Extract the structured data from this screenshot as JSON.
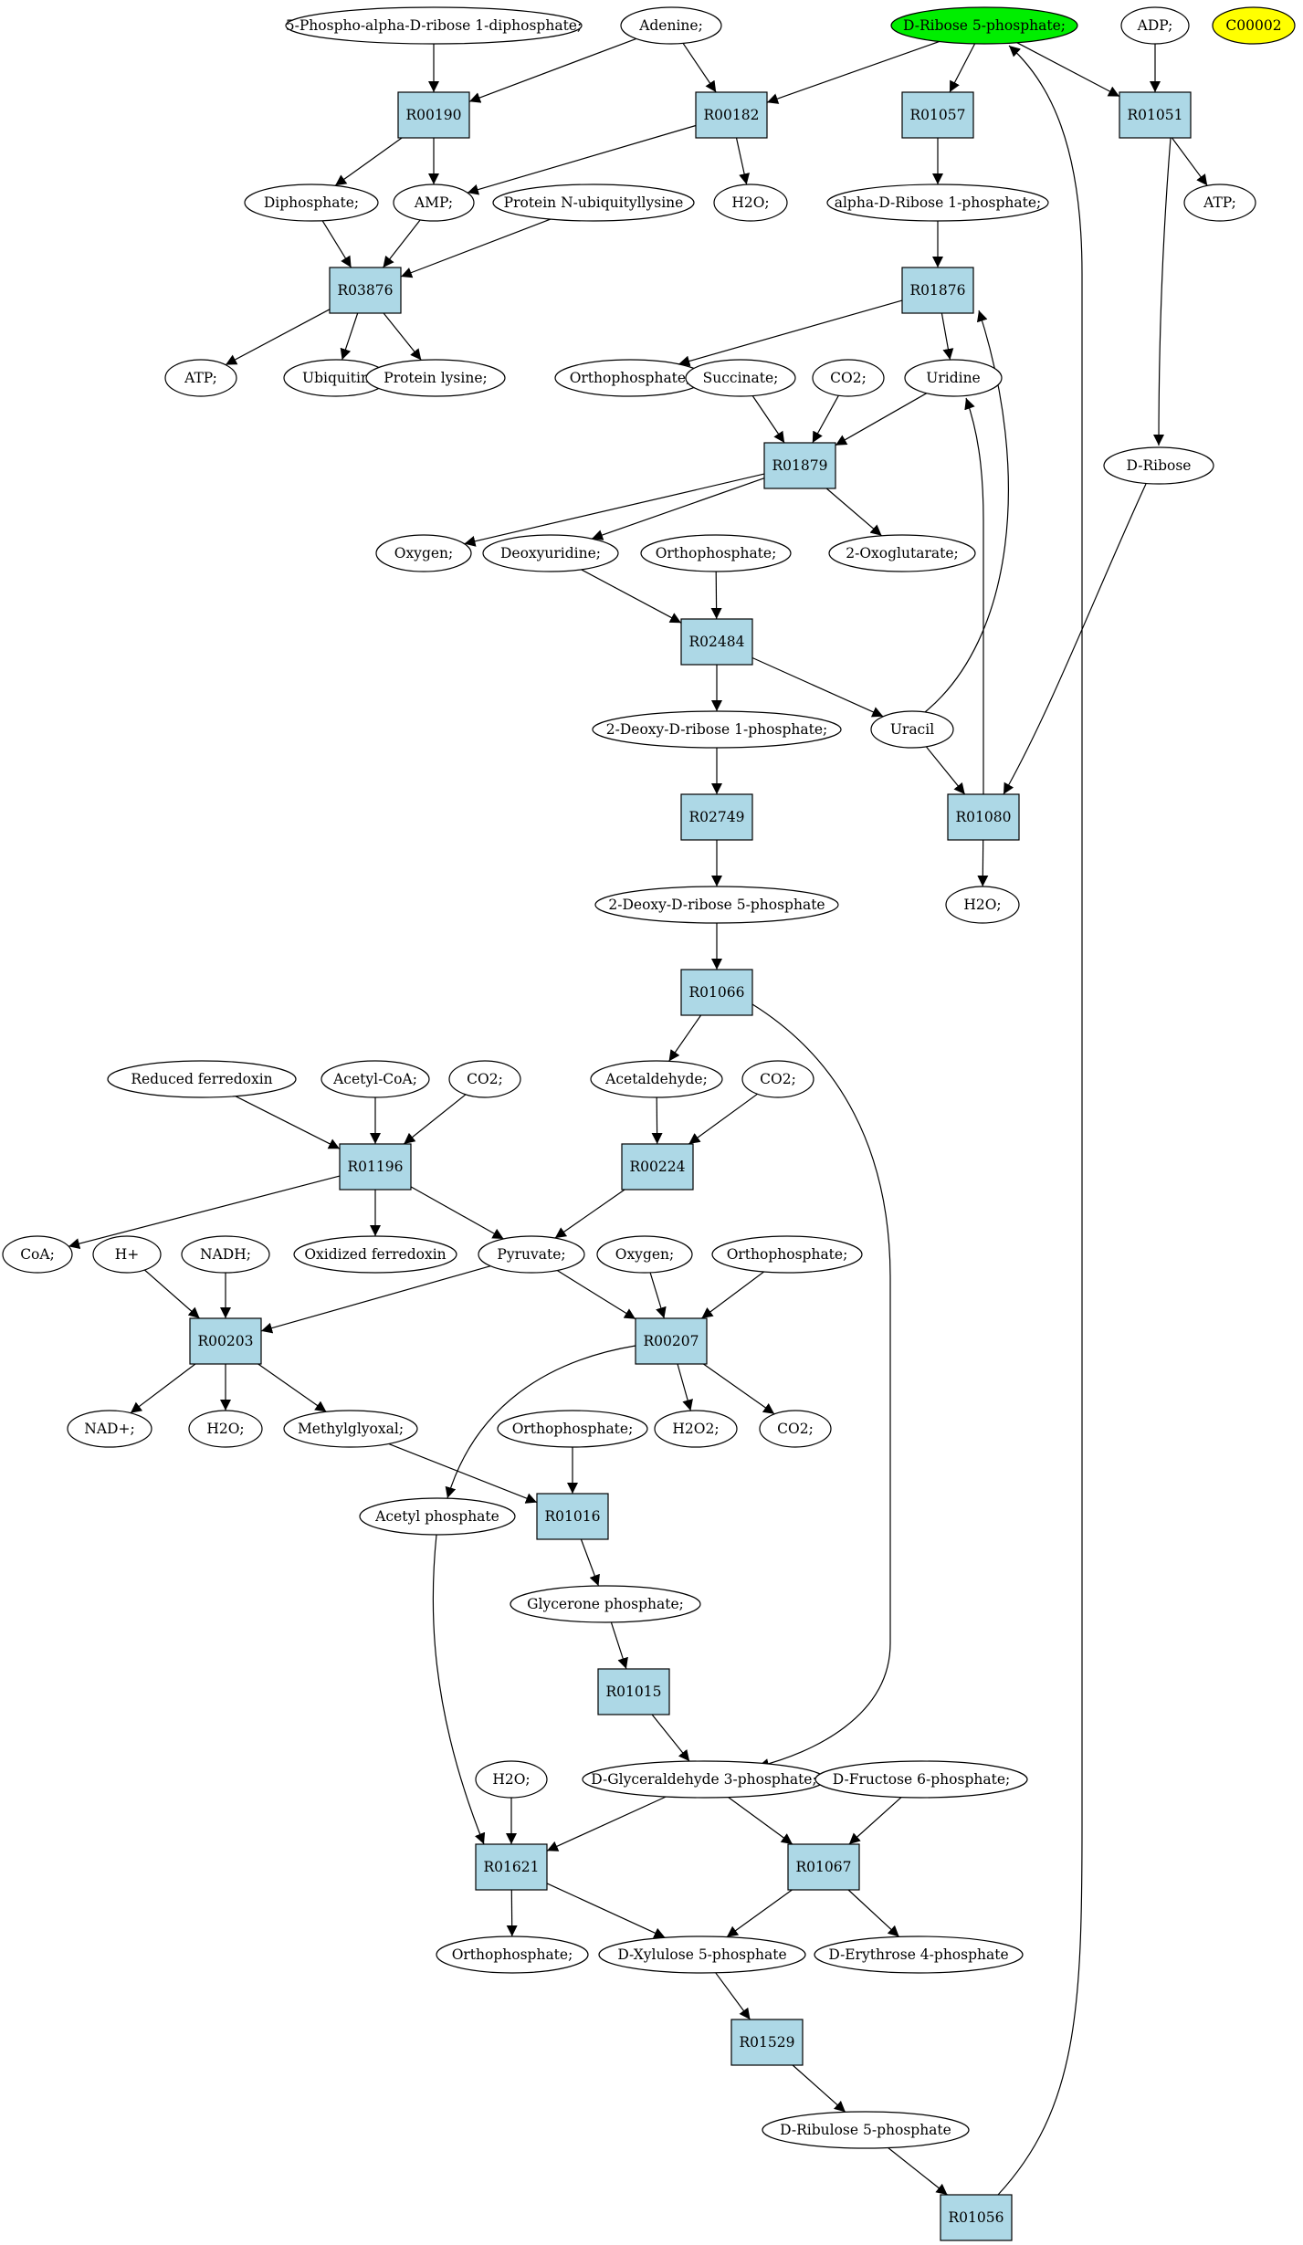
{
  "colors": {
    "reaction_fill": "#add8e6",
    "compound_fill": "#ffffff",
    "highlight_fill": "#00ee00",
    "query_fill": "#ffff00",
    "stroke": "#000000"
  },
  "nodes": [
    {
      "id": "c_prpp",
      "kind": "compound",
      "label": "5-Phospho-alpha-D-ribose 1-diphosphate;"
    },
    {
      "id": "c_adenine",
      "kind": "compound",
      "label": "Adenine;"
    },
    {
      "id": "c_r5p",
      "kind": "highlight",
      "label": "D-Ribose 5-phosphate;"
    },
    {
      "id": "c_adp",
      "kind": "compound",
      "label": "ADP;"
    },
    {
      "id": "c_c00002",
      "kind": "query",
      "label": "C00002"
    },
    {
      "id": "R00190",
      "kind": "reaction",
      "label": "R00190"
    },
    {
      "id": "R00182",
      "kind": "reaction",
      "label": "R00182"
    },
    {
      "id": "R01057",
      "kind": "reaction",
      "label": "R01057"
    },
    {
      "id": "R01051",
      "kind": "reaction",
      "label": "R01051"
    },
    {
      "id": "c_diphosphate",
      "kind": "compound",
      "label": "Diphosphate;"
    },
    {
      "id": "c_amp",
      "kind": "compound",
      "label": "AMP;"
    },
    {
      "id": "c_protubi",
      "kind": "compound",
      "label": "Protein N-ubiquityllysine"
    },
    {
      "id": "c_h2o_a",
      "kind": "compound",
      "label": "H2O;"
    },
    {
      "id": "c_ar1p",
      "kind": "compound",
      "label": "alpha-D-Ribose 1-phosphate;"
    },
    {
      "id": "c_atp_a",
      "kind": "compound",
      "label": "ATP;"
    },
    {
      "id": "R03876",
      "kind": "reaction",
      "label": "R03876"
    },
    {
      "id": "R01876",
      "kind": "reaction",
      "label": "R01876"
    },
    {
      "id": "c_atp_b",
      "kind": "compound",
      "label": "ATP;"
    },
    {
      "id": "c_ubiquitin",
      "kind": "compound",
      "label": "Ubiquitin"
    },
    {
      "id": "c_protlys",
      "kind": "compound",
      "label": "Protein lysine;"
    },
    {
      "id": "c_pi_a",
      "kind": "compound",
      "label": "Orthophosphate;"
    },
    {
      "id": "c_succinate",
      "kind": "compound",
      "label": "Succinate;"
    },
    {
      "id": "c_co2_a",
      "kind": "compound",
      "label": "CO2;"
    },
    {
      "id": "c_uridine",
      "kind": "compound",
      "label": "Uridine"
    },
    {
      "id": "c_dribose",
      "kind": "compound",
      "label": "D-Ribose"
    },
    {
      "id": "R01879",
      "kind": "reaction",
      "label": "R01879"
    },
    {
      "id": "c_oxygen_a",
      "kind": "compound",
      "label": "Oxygen;"
    },
    {
      "id": "c_deoxyuridine",
      "kind": "compound",
      "label": "Deoxyuridine;"
    },
    {
      "id": "c_pi_b",
      "kind": "compound",
      "label": "Orthophosphate;"
    },
    {
      "id": "c_2og",
      "kind": "compound",
      "label": "2-Oxoglutarate;"
    },
    {
      "id": "R02484",
      "kind": "reaction",
      "label": "R02484"
    },
    {
      "id": "c_dr1p",
      "kind": "compound",
      "label": "2-Deoxy-D-ribose 1-phosphate;"
    },
    {
      "id": "c_uracil",
      "kind": "compound",
      "label": "Uracil"
    },
    {
      "id": "R02749",
      "kind": "reaction",
      "label": "R02749"
    },
    {
      "id": "R01080",
      "kind": "reaction",
      "label": "R01080"
    },
    {
      "id": "c_dr5p",
      "kind": "compound",
      "label": "2-Deoxy-D-ribose 5-phosphate"
    },
    {
      "id": "c_h2o_b",
      "kind": "compound",
      "label": "H2O;"
    },
    {
      "id": "R01066",
      "kind": "reaction",
      "label": "R01066"
    },
    {
      "id": "c_redfd",
      "kind": "compound",
      "label": "Reduced ferredoxin"
    },
    {
      "id": "c_acetylcoa",
      "kind": "compound",
      "label": "Acetyl-CoA;"
    },
    {
      "id": "c_co2_b",
      "kind": "compound",
      "label": "CO2;"
    },
    {
      "id": "c_acetaldehyde",
      "kind": "compound",
      "label": "Acetaldehyde;"
    },
    {
      "id": "c_co2_c",
      "kind": "compound",
      "label": "CO2;"
    },
    {
      "id": "R01196",
      "kind": "reaction",
      "label": "R01196"
    },
    {
      "id": "R00224",
      "kind": "reaction",
      "label": "R00224"
    },
    {
      "id": "c_coa",
      "kind": "compound",
      "label": "CoA;"
    },
    {
      "id": "c_hplus",
      "kind": "compound",
      "label": "H+"
    },
    {
      "id": "c_nadh",
      "kind": "compound",
      "label": "NADH;"
    },
    {
      "id": "c_oxfd",
      "kind": "compound",
      "label": "Oxidized ferredoxin"
    },
    {
      "id": "c_pyruvate",
      "kind": "compound",
      "label": "Pyruvate;"
    },
    {
      "id": "c_oxygen_b",
      "kind": "compound",
      "label": "Oxygen;"
    },
    {
      "id": "c_pi_c",
      "kind": "compound",
      "label": "Orthophosphate;"
    },
    {
      "id": "R00203",
      "kind": "reaction",
      "label": "R00203"
    },
    {
      "id": "R00207",
      "kind": "reaction",
      "label": "R00207"
    },
    {
      "id": "c_nadplus",
      "kind": "compound",
      "label": "NAD+;"
    },
    {
      "id": "c_h2o_c",
      "kind": "compound",
      "label": "H2O;"
    },
    {
      "id": "c_methylglyoxal",
      "kind": "compound",
      "label": "Methylglyoxal;"
    },
    {
      "id": "c_pi_d",
      "kind": "compound",
      "label": "Orthophosphate;"
    },
    {
      "id": "c_h2o2",
      "kind": "compound",
      "label": "H2O2;"
    },
    {
      "id": "c_co2_d",
      "kind": "compound",
      "label": "CO2;"
    },
    {
      "id": "c_acetylp",
      "kind": "compound",
      "label": "Acetyl phosphate"
    },
    {
      "id": "R01016",
      "kind": "reaction",
      "label": "R01016"
    },
    {
      "id": "c_glyceronep",
      "kind": "compound",
      "label": "Glycerone phosphate;"
    },
    {
      "id": "R01015",
      "kind": "reaction",
      "label": "R01015"
    },
    {
      "id": "c_h2o_d",
      "kind": "compound",
      "label": "H2O;"
    },
    {
      "id": "c_g3p",
      "kind": "compound",
      "label": "D-Glyceraldehyde 3-phosphate;"
    },
    {
      "id": "c_f6p",
      "kind": "compound",
      "label": "D-Fructose 6-phosphate;"
    },
    {
      "id": "R01621",
      "kind": "reaction",
      "label": "R01621"
    },
    {
      "id": "R01067",
      "kind": "reaction",
      "label": "R01067"
    },
    {
      "id": "c_pi_e",
      "kind": "compound",
      "label": "Orthophosphate;"
    },
    {
      "id": "c_xu5p",
      "kind": "compound",
      "label": "D-Xylulose 5-phosphate"
    },
    {
      "id": "c_e4p",
      "kind": "compound",
      "label": "D-Erythrose 4-phosphate"
    },
    {
      "id": "R01529",
      "kind": "reaction",
      "label": "R01529"
    },
    {
      "id": "c_ru5p",
      "kind": "compound",
      "label": "D-Ribulose 5-phosphate"
    },
    {
      "id": "R01056",
      "kind": "reaction",
      "label": "R01056"
    }
  ],
  "edges": [
    [
      "c_prpp",
      "R00190"
    ],
    [
      "c_adenine",
      "R00190"
    ],
    [
      "c_adenine",
      "R00182"
    ],
    [
      "c_r5p",
      "R00182"
    ],
    [
      "c_r5p",
      "R01057"
    ],
    [
      "c_r5p",
      "R01051"
    ],
    [
      "c_adp",
      "R01051"
    ],
    [
      "R00190",
      "c_diphosphate"
    ],
    [
      "R00190",
      "c_amp"
    ],
    [
      "R00182",
      "c_amp"
    ],
    [
      "R00182",
      "c_h2o_a"
    ],
    [
      "R01057",
      "c_ar1p"
    ],
    [
      "R01051",
      "c_atp_a"
    ],
    [
      "R01051",
      "c_dribose"
    ],
    [
      "c_diphosphate",
      "R03876"
    ],
    [
      "c_amp",
      "R03876"
    ],
    [
      "c_protubi",
      "R03876"
    ],
    [
      "R03876",
      "c_atp_b"
    ],
    [
      "R03876",
      "c_ubiquitin"
    ],
    [
      "R03876",
      "c_protlys"
    ],
    [
      "c_ar1p",
      "R01876"
    ],
    [
      "R01876",
      "c_pi_a"
    ],
    [
      "R01876",
      "c_uridine"
    ],
    [
      "c_succinate",
      "R01879"
    ],
    [
      "c_co2_a",
      "R01879"
    ],
    [
      "c_uridine",
      "R01879"
    ],
    [
      "R01879",
      "c_oxygen_a"
    ],
    [
      "R01879",
      "c_deoxyuridine"
    ],
    [
      "R01879",
      "c_2og"
    ],
    [
      "c_deoxyuridine",
      "R02484"
    ],
    [
      "c_pi_b",
      "R02484"
    ],
    [
      "R02484",
      "c_dr1p"
    ],
    [
      "R02484",
      "c_uracil"
    ],
    [
      "c_uracil",
      "R01876"
    ],
    [
      "c_uracil",
      "R01080"
    ],
    [
      "c_dribose",
      "R01080"
    ],
    [
      "R01080",
      "c_uridine"
    ],
    [
      "R01080",
      "c_h2o_b"
    ],
    [
      "c_dr1p",
      "R02749"
    ],
    [
      "R02749",
      "c_dr5p"
    ],
    [
      "c_dr5p",
      "R01066"
    ],
    [
      "R01066",
      "c_acetaldehyde"
    ],
    [
      "R01066",
      "c_g3p"
    ],
    [
      "c_redfd",
      "R01196"
    ],
    [
      "c_acetylcoa",
      "R01196"
    ],
    [
      "c_co2_b",
      "R01196"
    ],
    [
      "c_acetaldehyde",
      "R00224"
    ],
    [
      "c_co2_c",
      "R00224"
    ],
    [
      "R01196",
      "c_coa"
    ],
    [
      "R01196",
      "c_oxfd"
    ],
    [
      "R01196",
      "c_pyruvate"
    ],
    [
      "R00224",
      "c_pyruvate"
    ],
    [
      "c_hplus",
      "R00203"
    ],
    [
      "c_nadh",
      "R00203"
    ],
    [
      "c_pyruvate",
      "R00203"
    ],
    [
      "c_pyruvate",
      "R00207"
    ],
    [
      "c_oxygen_b",
      "R00207"
    ],
    [
      "c_pi_c",
      "R00207"
    ],
    [
      "R00203",
      "c_nadplus"
    ],
    [
      "R00203",
      "c_h2o_c"
    ],
    [
      "R00203",
      "c_methylglyoxal"
    ],
    [
      "R00207",
      "c_h2o2"
    ],
    [
      "R00207",
      "c_co2_d"
    ],
    [
      "R00207",
      "c_acetylp"
    ],
    [
      "c_methylglyoxal",
      "R01016"
    ],
    [
      "c_pi_d",
      "R01016"
    ],
    [
      "R01016",
      "c_glyceronep"
    ],
    [
      "c_glyceronep",
      "R01015"
    ],
    [
      "R01015",
      "c_g3p"
    ],
    [
      "c_h2o_d",
      "R01621"
    ],
    [
      "c_acetylp",
      "R01621"
    ],
    [
      "c_g3p",
      "R01621"
    ],
    [
      "c_g3p",
      "R01067"
    ],
    [
      "c_f6p",
      "R01067"
    ],
    [
      "R01621",
      "c_pi_e"
    ],
    [
      "R01621",
      "c_xu5p"
    ],
    [
      "R01067",
      "c_xu5p"
    ],
    [
      "R01067",
      "c_e4p"
    ],
    [
      "c_xu5p",
      "R01529"
    ],
    [
      "R01529",
      "c_ru5p"
    ],
    [
      "c_ru5p",
      "R01056"
    ],
    [
      "R01056",
      "c_r5p"
    ]
  ]
}
